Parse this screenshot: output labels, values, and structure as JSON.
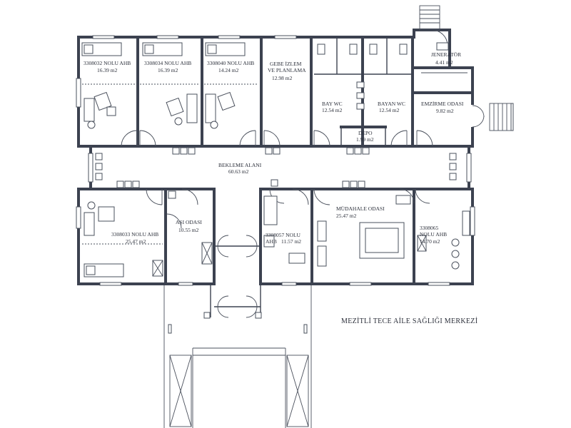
{
  "title": "MEZİTLİ TECE AİLE SAĞLIĞI MERKEZİ",
  "rooms": [
    {
      "key": "ahb32",
      "name": "3308032 NOLU AHB",
      "area": "16.39 m2"
    },
    {
      "key": "ahb34",
      "name": "3308034 NOLU AHB",
      "area": "16.39 m2"
    },
    {
      "key": "ahb40",
      "name": "3308040 NOLU AHB",
      "area": "14.24 m2"
    },
    {
      "key": "gebe",
      "name_line1": "GEBE İZLEM",
      "name_line2": "VE PLANLAMA",
      "area": "12.98 m2"
    },
    {
      "key": "baywc",
      "name": "BAY WC",
      "area": "12.54 m2"
    },
    {
      "key": "bayanwc",
      "name": "BAYAN WC",
      "area": "12.54 m2"
    },
    {
      "key": "depo",
      "name": "DEPO",
      "area": "1.99 m2"
    },
    {
      "key": "jenerator",
      "name": "JENERATÖR",
      "area": "4.41 m2"
    },
    {
      "key": "emzirme",
      "name": "EMZİRME ODASI",
      "area": "9.82 m2"
    },
    {
      "key": "bekleme",
      "name": "BEKLEME ALANI",
      "area": "60.63 m2"
    },
    {
      "key": "ahb33",
      "name": "3308033  NOLU AHB",
      "area": "25.47 m2"
    },
    {
      "key": "asi",
      "name": "AŞI ODASI",
      "area": "10.55 m2"
    },
    {
      "key": "ahb57",
      "name_line1": "3308057 NOLU",
      "name_line2": "AHB",
      "area": "11.57 m2"
    },
    {
      "key": "mudahale",
      "name": "MÜDAHALE ODASI",
      "area": "25.47 m2"
    },
    {
      "key": "ahb65",
      "name_line1": "3308065",
      "name_line2": "NOLU AHB",
      "area": "14.70 m2"
    }
  ]
}
